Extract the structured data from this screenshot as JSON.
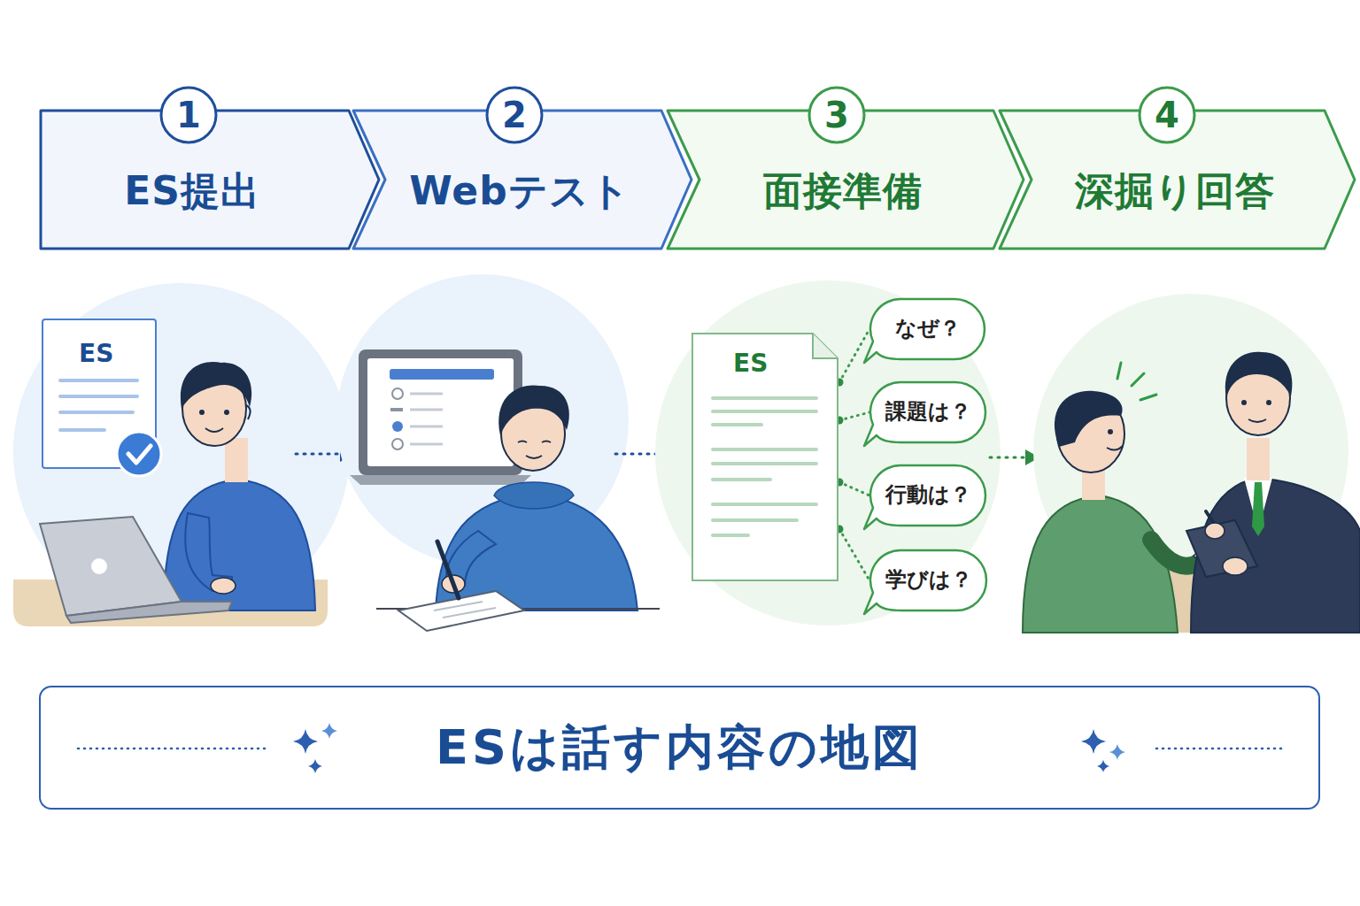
{
  "diagram": {
    "nodes": [
      {
        "text": [
          "ES提出"
        ]
      },
      {
        "text": [
          "1"
        ],
        "in": 0
      },
      {
        "text": [
          "Webテスト"
        ]
      },
      {
        "text": [
          "2"
        ],
        "in": 2
      },
      {
        "text": [
          "面接準備"
        ]
      },
      {
        "text": [
          "3"
        ],
        "in": 4
      },
      {
        "text": [
          "深掘り回答"
        ]
      },
      {
        "text": [
          "4"
        ],
        "in": 6
      },
      {
        "text": [
          "ES"
        ]
      },
      {
        "text": [
          "ES"
        ]
      },
      {
        "text": [
          "なぜ？"
        ]
      },
      {
        "text": [
          "課題は？"
        ]
      },
      {
        "text": [
          "行動は？"
        ]
      },
      {
        "text": [
          "学びは？"
        ]
      },
      {
        "text": [
          "ESは話す内容の地図"
        ]
      }
    ],
    "edges": [
      {
        "from": 9,
        "to": 10,
        "arrow": "none"
      },
      {
        "from": 9,
        "to": 11,
        "arrow": "none"
      },
      {
        "from": 9,
        "to": 12,
        "arrow": "none"
      },
      {
        "from": 9,
        "to": 13,
        "arrow": "none"
      }
    ]
  }
}
